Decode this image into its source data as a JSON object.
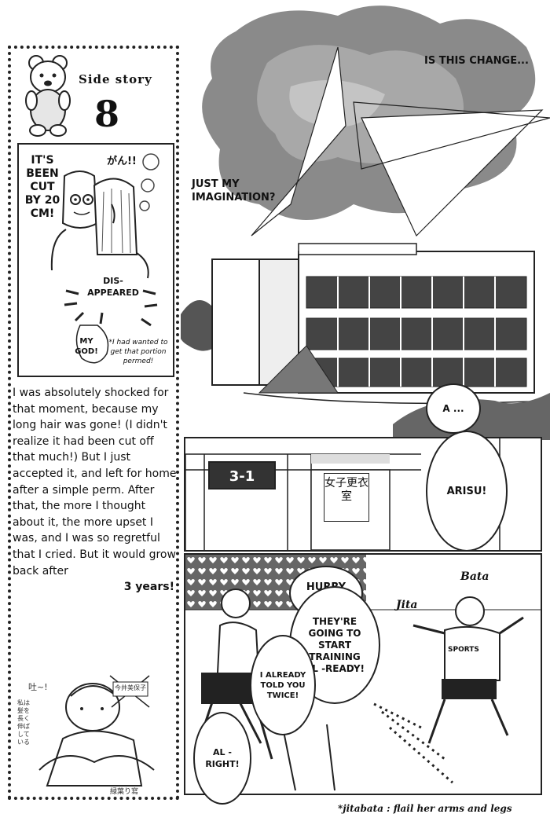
{
  "side_story": {
    "title": "Side story",
    "number": "8",
    "panel": {
      "sfx_top": "がん!!",
      "shock_text": "IT'S BEEN CUT BY 20 CM!",
      "disappeared": "DIS-APPEARED",
      "my_god": "MY GOD!",
      "wanted_perm": "*I had wanted to get that portion permed!"
    },
    "essay": "I was absolutely shocked for that moment, because my long hair was gone! (I didn't realize it had been cut off that much!) But I just accepted it, and left for home after a simple perm. After that, the more I thought about it, the more upset I was, and I was so regretful that I cried. But it would grow back after",
    "essay_end": "3 years!",
    "bottom_label": "今井美保子",
    "bottom_cry": "吐~!",
    "bottom_note": "私は髪を長く伸ばしている",
    "signature": "緑葉り寫"
  },
  "top_panel": {
    "change": "IS THIS CHANGE...",
    "imagination": "JUST MY IMAGINATION?"
  },
  "hall_panel": {
    "room_sign": "3-1",
    "door_sign": "女子更衣室",
    "a": "A ...",
    "arisu": "ARISU!"
  },
  "bottom_panel": {
    "hurry": "HURRY UP!",
    "training": "THEY'RE GOING TO START TRAINING AL -READY!",
    "told": "I ALREADY TOLD YOU TWICE!",
    "alright": "AL -RIGHT!",
    "bata": "Bata",
    "jita": "Jita",
    "shirt": "SPORTS"
  },
  "footnote": "*jitabata : flail her arms and legs"
}
